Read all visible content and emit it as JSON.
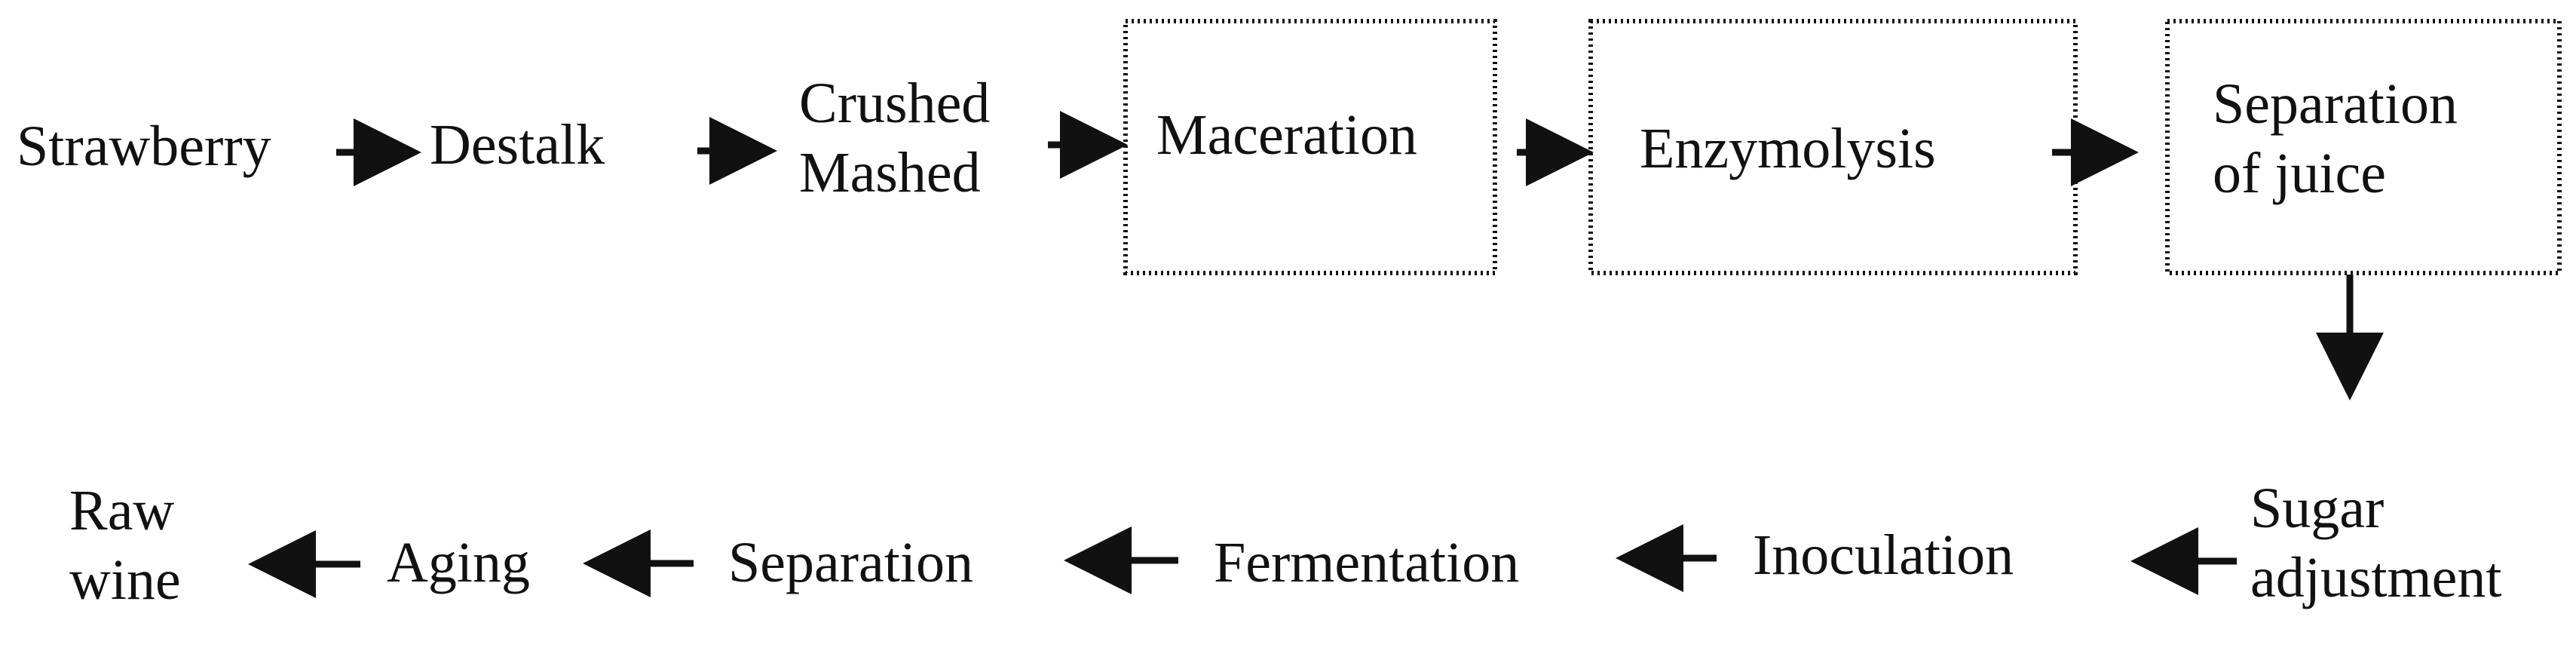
{
  "diagram": {
    "type": "flowchart",
    "colors": {
      "stroke": "#111111",
      "text": "#111111",
      "background": "#ffffff"
    },
    "steps": {
      "strawberry": {
        "lines": [
          "Strawberry"
        ]
      },
      "destalk": {
        "lines": [
          "Destalk"
        ]
      },
      "crushed_mashed": {
        "lines": [
          "Crushed",
          "Mashed"
        ]
      },
      "maceration": {
        "lines": [
          "Maceration"
        ],
        "boxed": true
      },
      "enzymolysis": {
        "lines": [
          "Enzymolysis"
        ],
        "boxed": true
      },
      "separation_of_juice": {
        "lines": [
          "Separation",
          "of juice"
        ],
        "boxed": true
      },
      "sugar_adjustment": {
        "lines": [
          "Sugar",
          "adjustment"
        ]
      },
      "inoculation": {
        "lines": [
          "Inoculation"
        ]
      },
      "fermentation": {
        "lines": [
          "Fermentation"
        ]
      },
      "separation": {
        "lines": [
          "Separation"
        ]
      },
      "aging": {
        "lines": [
          "Aging"
        ]
      },
      "raw_wine": {
        "lines": [
          "Raw",
          "wine"
        ]
      }
    },
    "flow": [
      [
        "strawberry",
        "destalk"
      ],
      [
        "destalk",
        "crushed_mashed"
      ],
      [
        "crushed_mashed",
        "maceration"
      ],
      [
        "maceration",
        "enzymolysis"
      ],
      [
        "enzymolysis",
        "separation_of_juice"
      ],
      [
        "separation_of_juice",
        "sugar_adjustment"
      ],
      [
        "sugar_adjustment",
        "inoculation"
      ],
      [
        "inoculation",
        "fermentation"
      ],
      [
        "fermentation",
        "separation"
      ],
      [
        "separation",
        "aging"
      ],
      [
        "aging",
        "raw_wine"
      ]
    ]
  }
}
